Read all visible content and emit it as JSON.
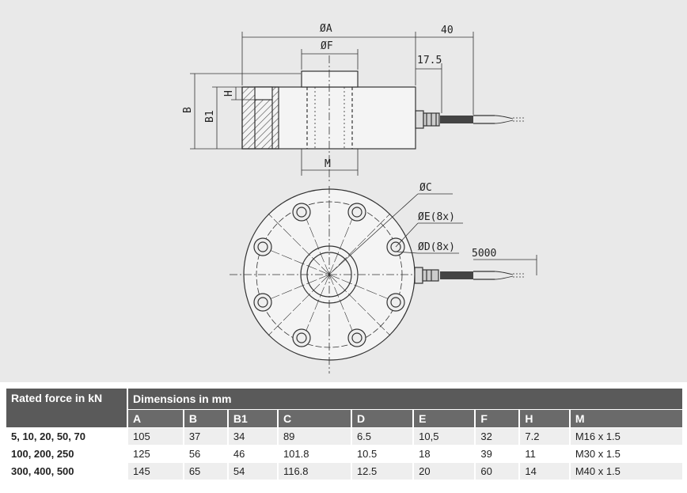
{
  "drawing": {
    "labels": {
      "a": "ØA",
      "f": "ØF",
      "cable_offset": "40",
      "connector": "17.5",
      "b": "B",
      "b1": "B1",
      "h": "H",
      "m": "M",
      "c": "ØC",
      "e": "ØE(8x)",
      "d": "ØD(8x)",
      "cable_length": "5000"
    }
  },
  "table": {
    "header_left": "Rated force in kN",
    "header_right": "Dimensions in mm",
    "columns": [
      "A",
      "B",
      "B1",
      "C",
      "D",
      "E",
      "F",
      "H",
      "M"
    ],
    "rows": [
      {
        "force": "5, 10, 20, 50, 70",
        "values": [
          "105",
          "37",
          "34",
          "89",
          "6.5",
          "10,5",
          "32",
          "7.2",
          "M16 x 1.5"
        ]
      },
      {
        "force": "100, 200, 250",
        "values": [
          "125",
          "56",
          "46",
          "101.8",
          "10.5",
          "18",
          "39",
          "11",
          "M30 x 1.5"
        ]
      },
      {
        "force": "300, 400, 500",
        "values": [
          "145",
          "65",
          "54",
          "116.8",
          "12.5",
          "20",
          "60",
          "14",
          "M40 x 1.5"
        ]
      }
    ]
  }
}
